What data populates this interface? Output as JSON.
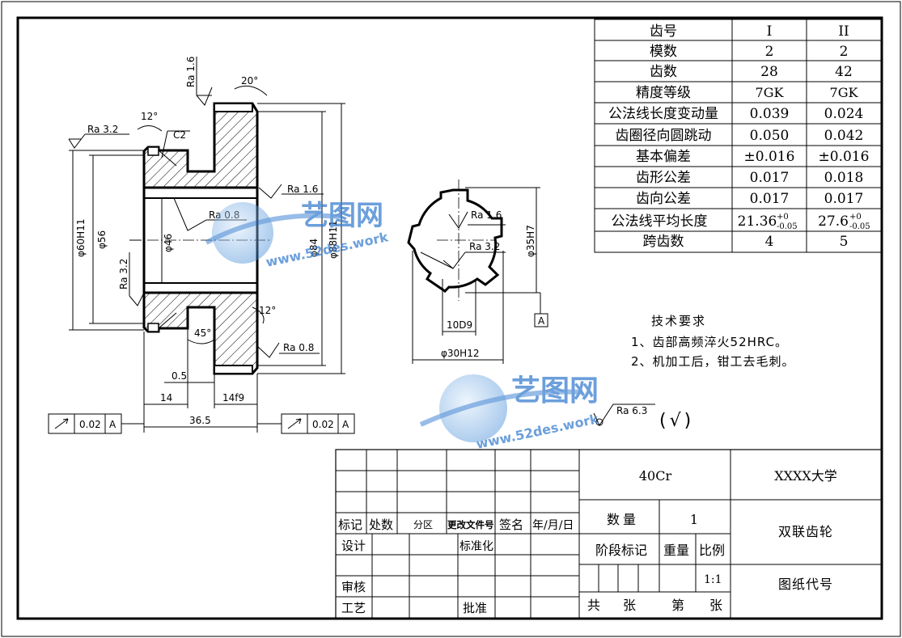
{
  "gear_table": {
    "header": [
      "齿号",
      "I",
      "II"
    ],
    "rows": [
      {
        "label": "模数",
        "i": "2",
        "ii": "2"
      },
      {
        "label": "齿数",
        "i": "28",
        "ii": "42"
      },
      {
        "label": "精度等级",
        "i": "7GK",
        "ii": "7GK"
      },
      {
        "label": "公法线长度变动量",
        "i": "0.039",
        "ii": "0.024"
      },
      {
        "label": "齿圈径向圆跳动",
        "i": "0.050",
        "ii": "0.042"
      },
      {
        "label": "基本偏差",
        "i": "±0.016",
        "ii": "±0.016"
      },
      {
        "label": "齿形公差",
        "i": "0.017",
        "ii": "0.018"
      },
      {
        "label": "齿向公差",
        "i": "0.017",
        "ii": "0.017"
      },
      {
        "label": "公法线平均长度",
        "i": "21.36",
        "i_tol_upper": "+0",
        "i_tol_lower": "-0.05",
        "ii": "27.6",
        "ii_tol_upper": "+0",
        "ii_tol_lower": "-0.05"
      },
      {
        "label": "跨齿数",
        "i": "4",
        "ii": "5"
      }
    ]
  },
  "dimensions": {
    "ra_16_top": "Ra 1.6",
    "angle_20": "20°",
    "ra_32_left": "Ra 3.2",
    "angle_12_top": "12°",
    "c2": "C2",
    "ra_16_mid": "Ra 1.6",
    "ra_08_mid": "Ra 0.8",
    "d60": "φ60H11",
    "d56": "φ56",
    "d46": "φ46",
    "d84": "φ84",
    "d88": "φ88H11",
    "ra_32_low": "Ra 3.2",
    "angle_12_bot": "12°",
    "angle_45": "45°",
    "ra_08_bot": "Ra 0.8",
    "dim_05": "0.5",
    "dim_14": "14",
    "dim_14f9": "14f9",
    "dim_365": "36.5",
    "runout_value_left": "0.02",
    "runout_datum_left": "A",
    "runout_value_right": "0.02",
    "runout_datum_right": "A",
    "spline_ra16": "Ra 1.6",
    "spline_ra32": "Ra 3.2",
    "d35h7": "φ35H7",
    "dim_10d9": "10D9",
    "d30h12": "φ30H12",
    "datum_a": "A"
  },
  "tech_req": {
    "title": "技术要求",
    "line1": "1、齿部高频淬火52HRC。",
    "line2": "2、机加工后，钳工去毛刺。"
  },
  "roughness_general": {
    "value": "Ra 6.3",
    "mark": "(√)"
  },
  "watermark": {
    "name": "艺图网",
    "url": "www.52des.work"
  },
  "title_block": {
    "material": "40Cr",
    "school": "XXXX大学",
    "part_name": "双联齿轮",
    "drawing_no": "图纸代号",
    "quantity_label": "数量",
    "quantity_value": "1",
    "stage_label": "阶段标记",
    "weight_label": "重量",
    "scale_label": "比例",
    "scale_value": "1:1",
    "total_label": "共",
    "sheet_label": "张",
    "page_label": "第",
    "sheet_label2": "张",
    "rev_mark": "标记",
    "rev_count": "处数",
    "rev_zone": "分区",
    "rev_doc": "更改文件号",
    "rev_sign": "签名",
    "rev_date": "年/月/日",
    "design": "设计",
    "standard": "标准化",
    "review": "审核",
    "process": "工艺",
    "approve": "批准"
  }
}
